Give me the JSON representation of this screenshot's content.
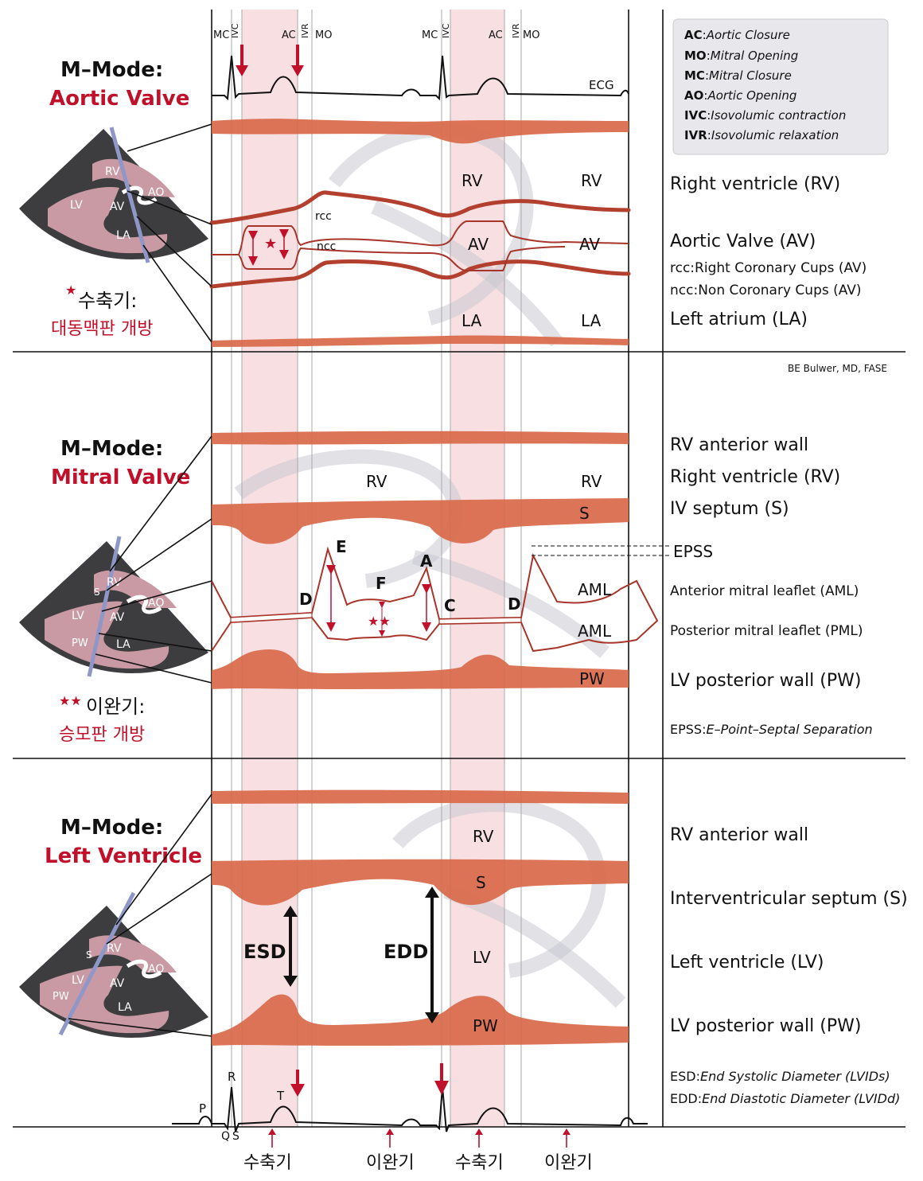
{
  "legend": {
    "items": [
      {
        "key": "AC",
        "desc": "Aortic Closure"
      },
      {
        "key": "MO",
        "desc": "Mitral Opening"
      },
      {
        "key": "MC",
        "desc": "Mitral Closure"
      },
      {
        "key": "AO",
        "desc": "Aortic Opening"
      },
      {
        "key": "IVC",
        "desc": "Isovolumic contraction"
      },
      {
        "key": "IVR",
        "desc": "Isovolumic relaxation"
      }
    ]
  },
  "timing": {
    "mc": "MC",
    "ivc": "IVC",
    "ac": "AC",
    "ivr": "IVR",
    "mo": "MO",
    "ecg": "ECG"
  },
  "aortic": {
    "title1": "M–Mode:",
    "title2": "Aortic Valve",
    "systole": "수축기:",
    "systole_desc": "대동맥판 개방",
    "inner": {
      "rv": "RV",
      "av": "AV",
      "la": "LA",
      "rcc": "rcc",
      "ncc": "ncc"
    },
    "fan": {
      "rv": "RV",
      "lv": "LV",
      "av": "AV",
      "ao": "AO",
      "la": "LA"
    },
    "right": {
      "rv": "Right ventricle (RV)",
      "av": "Aortic Valve (AV)",
      "rcc": "rcc:Right Coronary Cups (AV)",
      "ncc": "ncc:Non Coronary Cups (AV)",
      "la": "Left atrium (LA)"
    },
    "credit": "BE Bulwer, MD, FASE"
  },
  "mitral": {
    "title1": "M–Mode:",
    "title2": "Mitral Valve",
    "diastole": "이완기:",
    "diastole_desc": "승모판 개방",
    "inner": {
      "rv": "RV",
      "s": "S",
      "aml": "AML",
      "pw": "PW",
      "e": "E",
      "f": "F",
      "a": "A",
      "c": "C",
      "d": "D"
    },
    "fan": {
      "rv": "RV",
      "s": "S",
      "lv": "LV",
      "av": "AV",
      "ao": "AO",
      "pw": "PW",
      "la": "LA"
    },
    "right": {
      "rvaw": "RV anterior wall",
      "rv": "Right ventricle (RV)",
      "s": "IV septum (S)",
      "epss": "EPSS",
      "aml": "Anterior mitral leaflet (AML)",
      "pml": "Posterior mitral leaflet (PML)",
      "pw": "LV posterior wall (PW)",
      "epss_key": "EPSS:",
      "epss_desc": "E–Point–Septal Separation"
    }
  },
  "lv": {
    "title1": "M–Mode:",
    "title2": "Left Ventricle",
    "inner": {
      "rv": "RV",
      "s": "S",
      "lv": "LV",
      "pw": "PW",
      "esd": "ESD",
      "edd": "EDD"
    },
    "fan": {
      "rv": "RV",
      "s": "S",
      "lv": "LV",
      "av": "AV",
      "ao": "AO",
      "pw": "PW",
      "la": "LA"
    },
    "right": {
      "rvaw": "RV anterior wall",
      "s": "Interventricular septum (S)",
      "lv": "Left ventricle (LV)",
      "pw": "LV posterior wall (PW)",
      "esd_key": "ESD:",
      "esd_desc": "End Systolic Diameter (LVIDs)",
      "edd_key": "EDD:",
      "edd_desc": "End Diastotic Diameter (LVIDd)"
    }
  },
  "bottom": {
    "p": "P",
    "r": "R",
    "q": "Q",
    "s": "S",
    "t": "T",
    "phases": [
      "수축기",
      "이완기",
      "수축기",
      "이완기"
    ]
  },
  "colors": {
    "accent_red": "#c0102a",
    "tissue": "#d9694a",
    "valve": "#a8352a",
    "band": "#f7dfe2",
    "fan_dark": "#3d3d3f",
    "fan_pink": "#c99aa4",
    "beam": "#8e97c8"
  }
}
